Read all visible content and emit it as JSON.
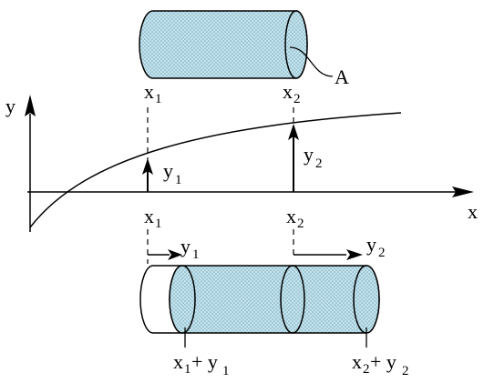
{
  "axes": {
    "x_label": "x",
    "y_label": "y"
  },
  "top_cylinder": {
    "x1_base": "x",
    "x1_sub": "1",
    "x2_base": "x",
    "x2_sub": "2",
    "area_label": "A"
  },
  "curve_points": {
    "y1_base": "y",
    "y1_sub": "1",
    "y2_base": "y",
    "y2_sub": "2"
  },
  "axis_ticks": {
    "x1_base": "x",
    "x1_sub": "1",
    "x2_base": "x",
    "x2_sub": "2"
  },
  "displacements": {
    "y1_base": "y",
    "y1_sub": "1",
    "y2_base": "y",
    "y2_sub": "2"
  },
  "bottom_cylinder": {
    "left_end_x_base": "x",
    "left_end_x_sub": "1",
    "left_end_plus": "+ y",
    "left_end_y_sub": "1",
    "right_end_x_base": "x",
    "right_end_x_sub": "2",
    "right_end_plus": "+ y",
    "right_end_y_sub": "2"
  },
  "colors": {
    "fill": "#bfe3ec",
    "stroke": "#000000"
  }
}
